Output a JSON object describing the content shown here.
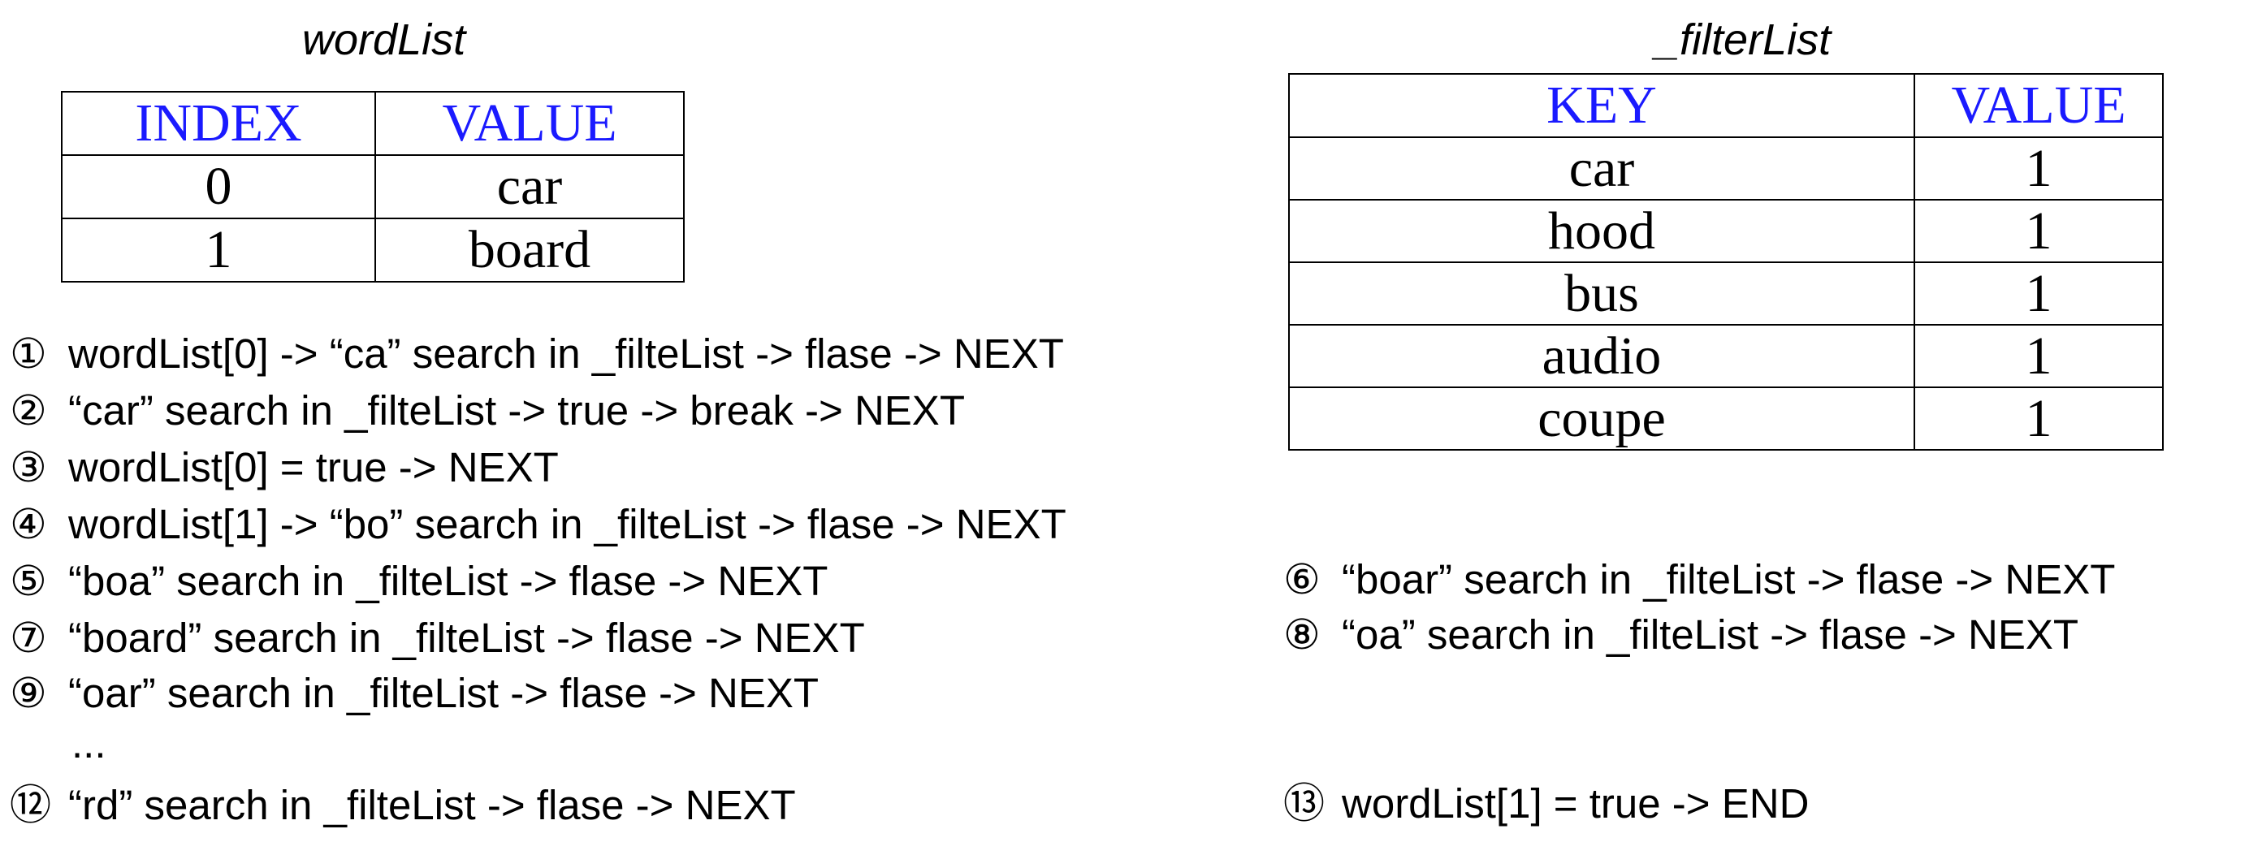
{
  "wordList": {
    "title": "wordList",
    "headers": [
      "INDEX",
      "VALUE"
    ],
    "rows": [
      [
        "0",
        "car"
      ],
      [
        "1",
        "board"
      ]
    ]
  },
  "filterList": {
    "title": "_filterList",
    "headers": [
      "KEY",
      "VALUE"
    ],
    "rows": [
      [
        "car",
        "1"
      ],
      [
        "hood",
        "1"
      ],
      [
        "bus",
        "1"
      ],
      [
        "audio",
        "1"
      ],
      [
        "coupe",
        "1"
      ]
    ]
  },
  "steps": [
    {
      "num": "①",
      "text": "wordList[0] -> “ca” search in _filteList -> flase -> NEXT"
    },
    {
      "num": "②",
      "text": "“car” search in _filteList -> true -> break -> NEXT"
    },
    {
      "num": "③",
      "text": "wordList[0] = true -> NEXT"
    },
    {
      "num": "④",
      "text": "wordList[1] -> “bo” search in _filteList -> flase -> NEXT"
    },
    {
      "num": "⑤",
      "text": "“boa” search in _filteList -> flase -> NEXT"
    },
    {
      "num": "⑥",
      "text": "“boar” search in _filteList -> flase -> NEXT"
    },
    {
      "num": "⑦",
      "text": "“board” search in _filteList -> flase -> NEXT"
    },
    {
      "num": "⑧",
      "text": "“oa” search in _filteList -> flase -> NEXT"
    },
    {
      "num": "⑨",
      "text": "“oar” search in _filteList -> flase -> NEXT"
    },
    {
      "num": "⑫",
      "text": "“rd” search in _filteList -> flase -> NEXT"
    },
    {
      "num": "⑬",
      "text": "wordList[1] = true -> END"
    }
  ],
  "ellipsis": "..."
}
